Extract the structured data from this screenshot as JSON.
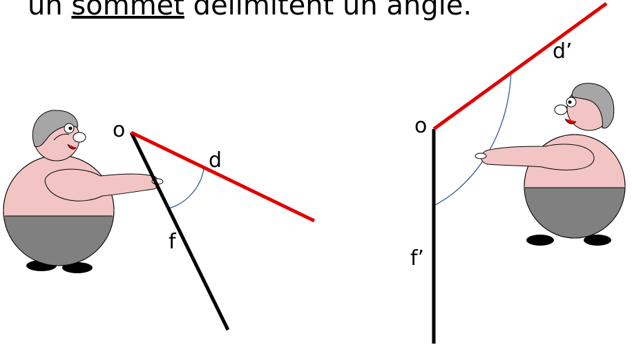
{
  "caption": {
    "before": "un ",
    "underlined": "sommet",
    "after": " délimitent un angle."
  },
  "left_figure": {
    "vertex_label": "o",
    "red_line_label": "d",
    "black_line_label": "f"
  },
  "right_figure": {
    "vertex_label": "o",
    "red_line_label": "d’",
    "black_line_label": "f’"
  },
  "colors": {
    "red_line": "#e00000",
    "black_line": "#000000",
    "arc": "#1f4e8c",
    "skin": "#f2c4c4",
    "pants": "#808080",
    "hat": "#a6a6a6",
    "shoes": "#000000"
  }
}
